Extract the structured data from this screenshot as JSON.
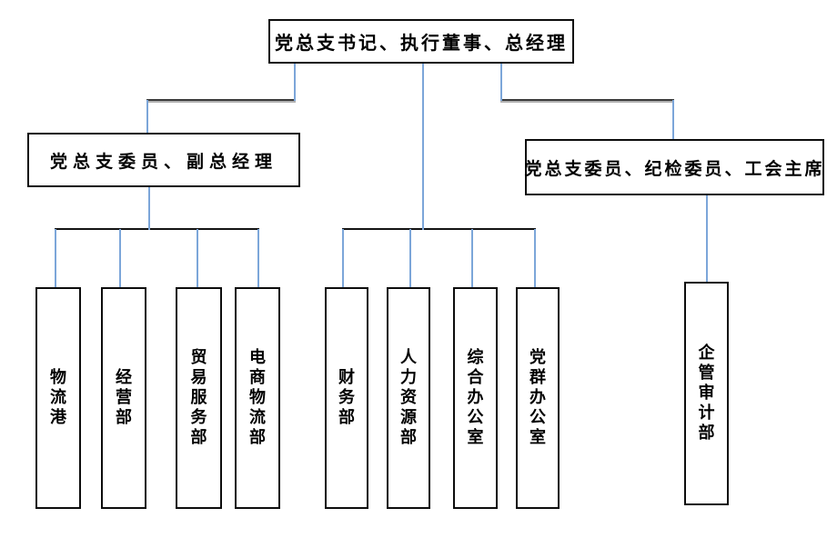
{
  "diagram": {
    "type": "org-chart",
    "root": {
      "label": "党总支书记、执行董事、总经理"
    },
    "level2_left": {
      "label": "党总支委员、副总经理",
      "reports_to": "root"
    },
    "level2_right": {
      "label": "党总支委员、纪检委员、工会主席",
      "reports_to": "root"
    },
    "departments": [
      {
        "label": "物流港",
        "reports_to": "level2_left"
      },
      {
        "label": "经营部",
        "reports_to": "level2_left"
      },
      {
        "label": "贸易服务部",
        "reports_to": "level2_left"
      },
      {
        "label": "电商物流部",
        "reports_to": "level2_left"
      },
      {
        "label": "财务部",
        "reports_to": "root"
      },
      {
        "label": "人力资源部",
        "reports_to": "root"
      },
      {
        "label": "综合办公室",
        "reports_to": "root"
      },
      {
        "label": "党群办公室",
        "reports_to": "root"
      },
      {
        "label": "企管审计部",
        "reports_to": "level2_right"
      }
    ],
    "colors": {
      "connector_vertical_blue": "#7ca6d9",
      "connector_horizontal_dark": "#141414",
      "box_border": "#0d0d0d",
      "background": "#ffffff"
    }
  }
}
